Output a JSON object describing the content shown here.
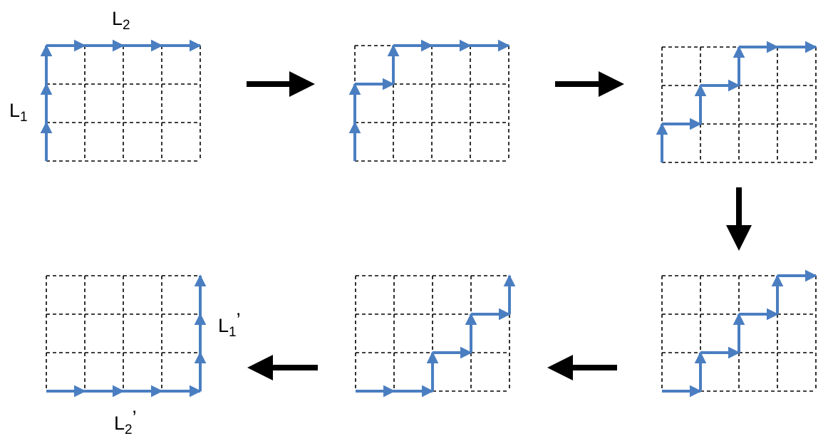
{
  "diagram": {
    "grid": {
      "cols": 4,
      "rows": 3
    },
    "colors": {
      "path": "#4A7EC1",
      "grid": "#000000",
      "flow_arrow": "#000000"
    },
    "panels": [
      {
        "id": "panel-1",
        "path": [
          "U",
          "U",
          "U",
          "R",
          "R",
          "R",
          "R"
        ]
      },
      {
        "id": "panel-2",
        "path": [
          "U",
          "U",
          "R",
          "U",
          "R",
          "R",
          "R"
        ]
      },
      {
        "id": "panel-3",
        "path": [
          "U",
          "R",
          "U",
          "R",
          "U",
          "R",
          "R"
        ]
      },
      {
        "id": "panel-4",
        "path": [
          "R",
          "U",
          "R",
          "U",
          "R",
          "U",
          "R"
        ]
      },
      {
        "id": "panel-5",
        "path": [
          "R",
          "R",
          "U",
          "R",
          "U",
          "R",
          "U"
        ]
      },
      {
        "id": "panel-6",
        "path": [
          "R",
          "R",
          "R",
          "R",
          "U",
          "U",
          "U"
        ]
      }
    ],
    "flow": [
      "right",
      "right",
      "down",
      "left",
      "left"
    ],
    "labels": {
      "l1": {
        "base": "L",
        "sub": "1",
        "prime": ""
      },
      "l2": {
        "base": "L",
        "sub": "2",
        "prime": ""
      },
      "l1p": {
        "base": "L",
        "sub": "1",
        "prime": "’"
      },
      "l2p": {
        "base": "L",
        "sub": "2",
        "prime": "’"
      }
    }
  }
}
